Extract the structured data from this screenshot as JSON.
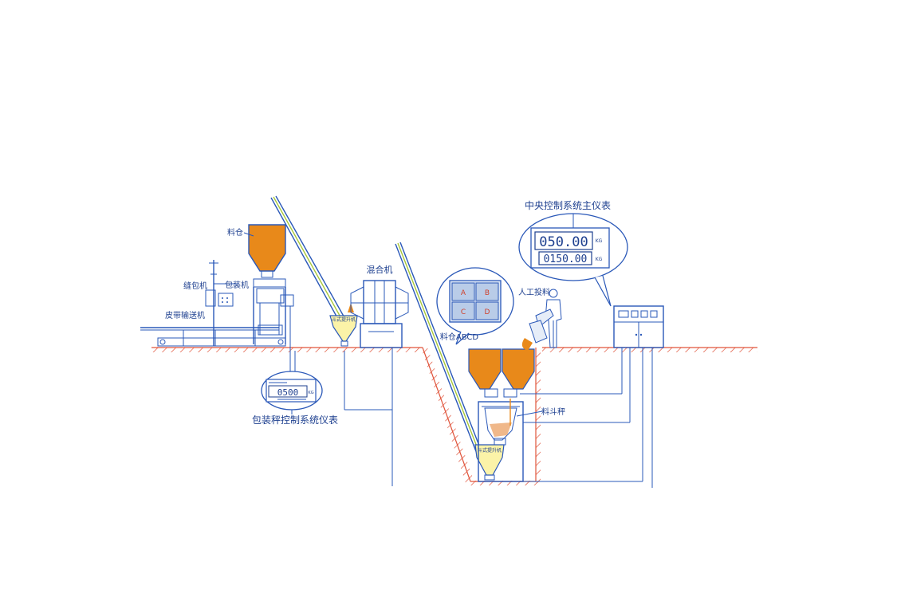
{
  "labels": {
    "silo": "料仓",
    "sewing_machine": "缝包机",
    "packing_machine": "包装机",
    "belt_conveyor": "皮带输送机",
    "mixer": "混合机",
    "bin_abcd": "料仓ABCD",
    "manual_feed": "人工投料",
    "hopper_scale": "料斗秤",
    "central_title": "中央控制系统主仪表",
    "packing_meter_title": "包装秤控制系统仪表",
    "elevator_small_1": "斗式提升机",
    "elevator_small_2": "斗式提升机"
  },
  "central_meter": {
    "top_digits": "050.00",
    "top_unit": "KG",
    "bottom_digits": "0150.00",
    "bottom_unit": "KG"
  },
  "packing_meter": {
    "digits": "0500",
    "unit": "KG"
  },
  "bins": [
    "A",
    "B",
    "C",
    "D"
  ],
  "colors": {
    "line": "#2a58b8",
    "material": "#e8891a",
    "ground": "#e0533a",
    "bin_text": "#d0402a"
  }
}
